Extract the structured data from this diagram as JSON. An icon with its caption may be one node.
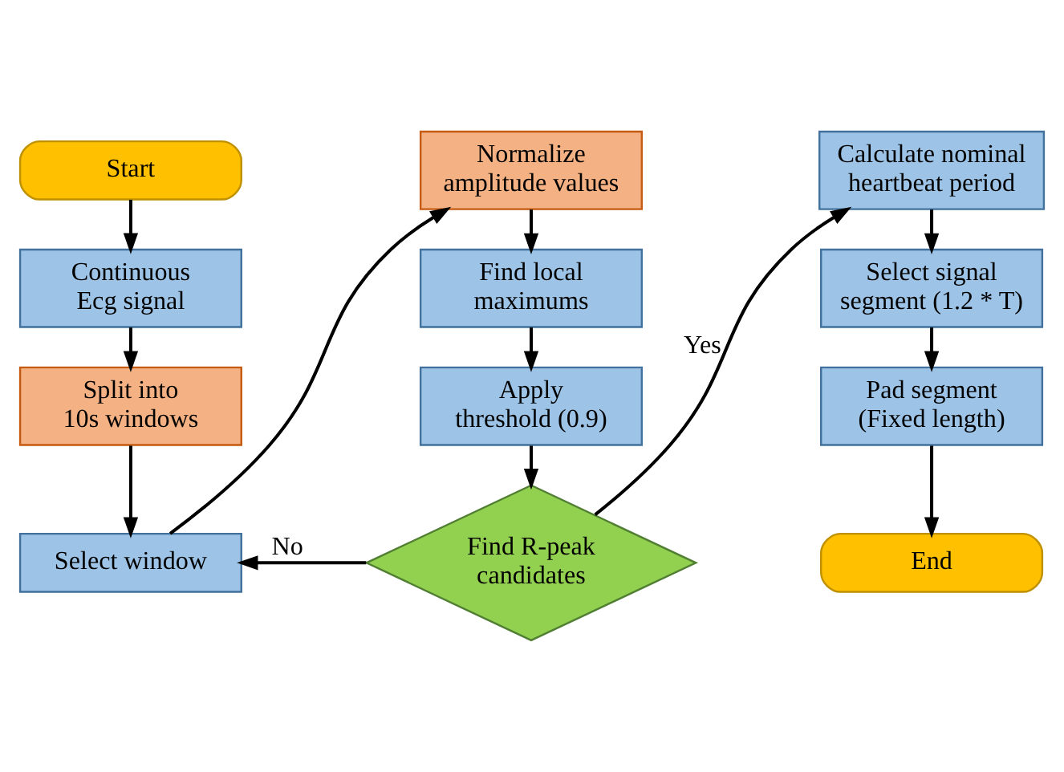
{
  "diagram": {
    "nodes": [
      {
        "text": [
          "Start"
        ]
      },
      {
        "text": [
          "Continuous Ecg signal"
        ]
      },
      {
        "text": [
          "Split into 10s windows"
        ]
      },
      {
        "text": [
          "Select window"
        ]
      },
      {
        "text": [
          "Normalize amplitude values"
        ]
      },
      {
        "text": [
          "Find local maximums"
        ]
      },
      {
        "text": [
          "Apply threshold (0.9)"
        ]
      },
      {
        "text": [
          "Find R-peak candidates"
        ]
      },
      {
        "text": [
          "Calculate nominal heartbeat period"
        ]
      },
      {
        "text": [
          "Select signal segment (1.2 * T)"
        ]
      },
      {
        "text": [
          "Pad segment (Fixed length)"
        ]
      },
      {
        "text": [
          "End"
        ]
      }
    ],
    "edges": [
      {
        "from": 0,
        "to": 1,
        "arrow": "to"
      },
      {
        "from": 1,
        "to": 2,
        "arrow": "to"
      },
      {
        "from": 2,
        "to": 3,
        "arrow": "to"
      },
      {
        "from": 3,
        "to": 4,
        "arrow": "to"
      },
      {
        "from": 4,
        "to": 5,
        "arrow": "to"
      },
      {
        "from": 5,
        "to": 6,
        "arrow": "to"
      },
      {
        "from": 6,
        "to": 7,
        "arrow": "to"
      },
      {
        "from": 7,
        "to": 3,
        "arrow": "to",
        "label": "No"
      },
      {
        "from": 7,
        "to": 8,
        "arrow": "to",
        "label": "Yes"
      },
      {
        "from": 8,
        "to": 9,
        "arrow": "to"
      },
      {
        "from": 9,
        "to": 10,
        "arrow": "to"
      },
      {
        "from": 10,
        "to": 11,
        "arrow": "to"
      }
    ]
  }
}
